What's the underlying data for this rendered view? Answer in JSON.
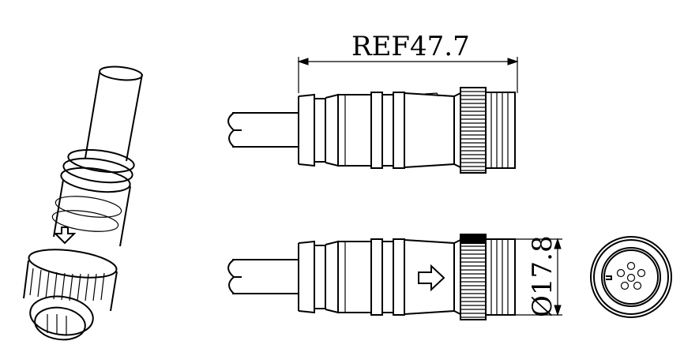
{
  "dimensions": {
    "overall_length": "REF47.7",
    "diameter": "Ø17.8"
  },
  "views": [
    "isometric-view",
    "side-view-top",
    "side-view-bottom",
    "end-view"
  ]
}
